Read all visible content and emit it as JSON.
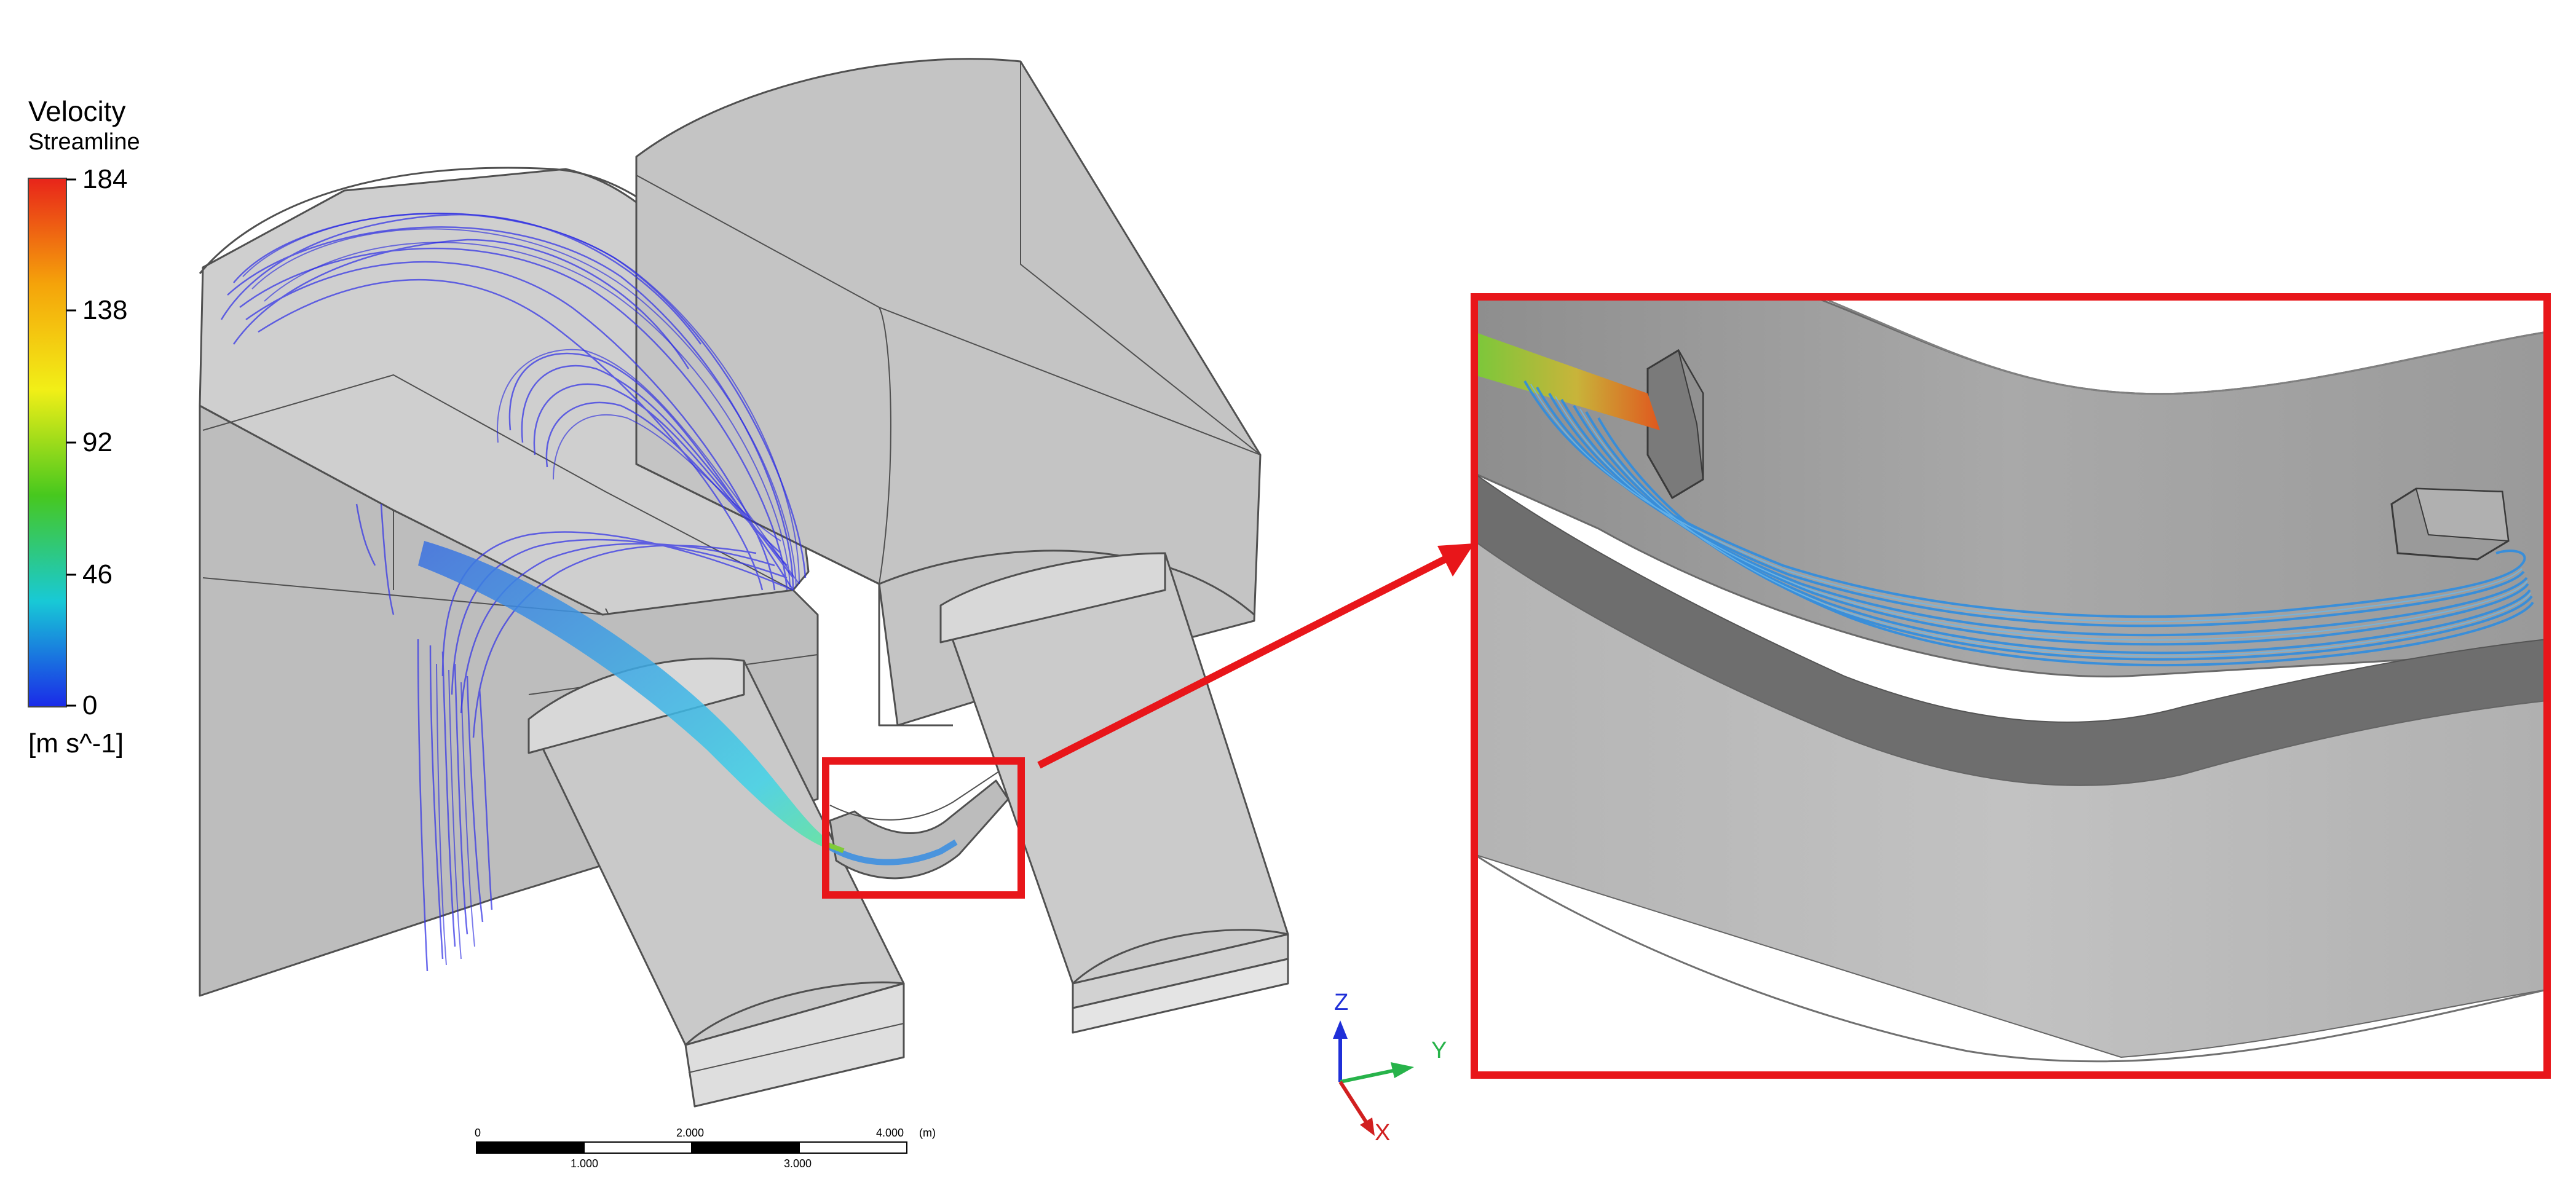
{
  "legend": {
    "title": "Velocity",
    "subtitle": "Streamline",
    "unit": "[m s^-1]",
    "min": 0,
    "max": 184,
    "ticks": [
      "184",
      "138",
      "92",
      "46",
      "0"
    ],
    "colors": [
      "#e8241a",
      "#f5a30a",
      "#f2ef17",
      "#47c81e",
      "#18c9d6",
      "#1a2ae8"
    ]
  },
  "scale_bar": {
    "top_labels": [
      "0",
      "2.000",
      "4.000",
      "(m)"
    ],
    "bottom_labels": [
      "1.000",
      "3.000"
    ]
  },
  "axes": {
    "z_label": "Z",
    "y_label": "Y",
    "x_label": "X",
    "z_color": "#1f2fd8",
    "y_color": "#27b34a",
    "x_color": "#d11f1f"
  },
  "callout": {
    "color": "#e8161a"
  }
}
